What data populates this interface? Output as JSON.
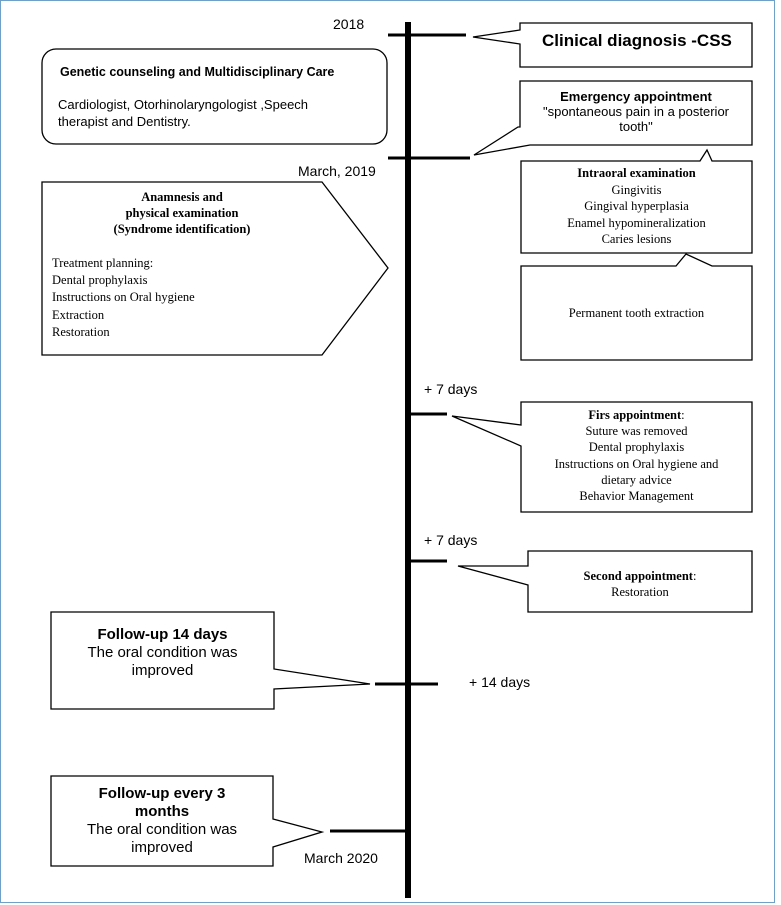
{
  "timeline": {
    "year_2018": "2018",
    "march_2019": "March, 2019",
    "plus_7_days_a": "+ 7 days",
    "plus_7_days_b": "+ 7 days",
    "plus_14_days": "+ 14 days",
    "march_2020": "March 2020"
  },
  "clinical_diagnosis": "Clinical diagnosis -CSS",
  "genetic_counseling": {
    "title": "Genetic counseling and Multidisciplinary Care",
    "line1": "Cardiologist, Otorhinolaryngologist ,Speech",
    "line2": "therapist and Dentistry."
  },
  "emergency": {
    "title": "Emergency appointment",
    "line1": "\"spontaneous pain in a posterior",
    "line2": "tooth\""
  },
  "intraoral": {
    "title": "Intraoral examination",
    "items": [
      "Gingivitis",
      "Gingival hyperplasia",
      "Enamel hypomineralization",
      "Caries lesions"
    ]
  },
  "extraction": "Permanent tooth extraction",
  "anamnesis": {
    "title1": "Anamnesis and",
    "title2": "physical examination",
    "title3": "(Syndrome identification)",
    "lines": [
      "Treatment planning:",
      "Dental prophylaxis",
      "Instructions on Oral hygiene",
      "Extraction",
      "Restoration"
    ]
  },
  "first_appointment": {
    "title": "Firs appointment",
    "colon": ":",
    "lines": [
      "Suture was removed",
      "Dental prophylaxis",
      "Instructions on Oral hygiene and",
      "dietary advice",
      "Behavior Management"
    ]
  },
  "second_appointment": {
    "title": "Second appointment",
    "colon": ":",
    "line": "Restoration"
  },
  "followup_14": {
    "title": "Follow-up 14 days",
    "line1": "The oral condition was",
    "line2": "improved"
  },
  "followup_3m": {
    "title1": "Follow-up every 3",
    "title2": "months",
    "line1": "The oral condition was",
    "line2": "improved"
  }
}
